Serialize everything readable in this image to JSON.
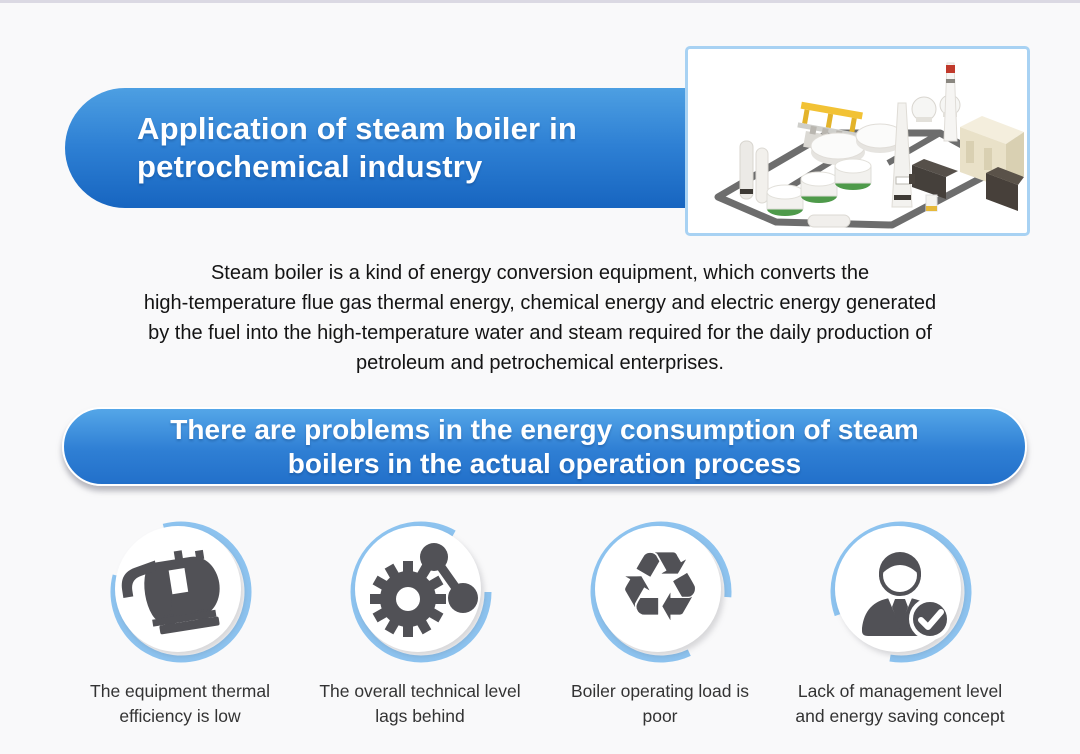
{
  "page": {
    "background": "#f9f9fa",
    "top_strip_color": "#dbd9e3"
  },
  "header": {
    "title_line1": "Application of steam boiler in",
    "title_line2": "petrochemical industry",
    "illustration": "isometric-petrochemical-plant"
  },
  "colors": {
    "banner_gradient_top": "#4d9fe2",
    "banner_gradient_bottom": "#1765c0",
    "ring_blue": "#8dc3ef",
    "glyph_gray": "#515156",
    "illustration_border": "#a8d2f3"
  },
  "intro": {
    "lines": [
      "Steam boiler is a kind of energy conversion equipment, which converts the",
      "high-temperature flue gas thermal energy, chemical energy and electric energy generated",
      "by the fuel into the high-temperature water and steam required for the daily production of",
      "petroleum and petrochemical enterprises."
    ]
  },
  "problems": {
    "title_line1": "There are problems in the energy consumption of steam",
    "title_line2": "boilers in the actual operation process",
    "recycle_char": "♻",
    "items": [
      {
        "icon": "boiler-icon",
        "label": "The equipment thermal efficiency is low"
      },
      {
        "icon": "gear-linkage-icon",
        "label": "The overall technical level lags behind"
      },
      {
        "icon": "recycle-icon",
        "label": "Boiler operating load is poor"
      },
      {
        "icon": "person-check-icon",
        "label": "Lack of management level and energy saving concept"
      }
    ]
  }
}
